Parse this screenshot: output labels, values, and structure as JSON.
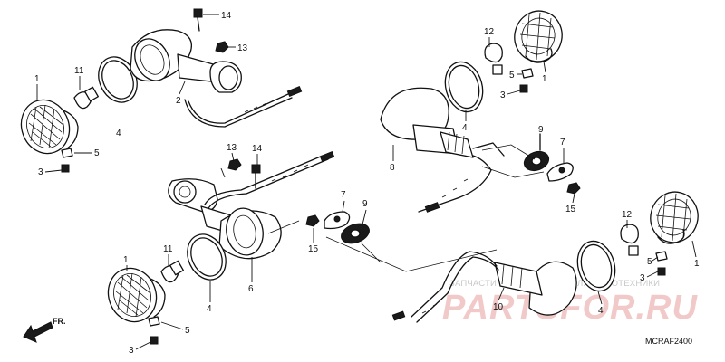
{
  "diagram": {
    "part_numbers": {
      "p1_top": "1",
      "p11_top": "11",
      "p4_top": "4",
      "p5_top": "5",
      "p3_top": "3",
      "p2": "2",
      "p14_top": "14",
      "p13_top": "13",
      "p12_tr": "12",
      "p5_tr": "5",
      "p3_tr": "3",
      "p1_tr": "1",
      "p4_tr": "4",
      "p8": "8",
      "p9_r": "9",
      "p7_r": "7",
      "p15_r": "15",
      "p13_mid": "13",
      "p14_mid": "14",
      "p7_c": "7",
      "p9_c": "9",
      "p15_c": "15",
      "p1_bl": "1",
      "p11_bl": "11",
      "p4_bl": "4",
      "p5_bl": "5",
      "p3_bl": "3",
      "p6": "6",
      "p12_br": "12",
      "p5_br": "5",
      "p3_br": "3",
      "p1_br": "1",
      "p4_br": "4",
      "p10": "10"
    },
    "front_label": "FR.",
    "diagram_code": "MCRAF2400"
  },
  "watermark": {
    "caption": "ЗАПЧАСТИ И АКСЕССУАРЫ ДЛЯ МОТОТЕХНИКИ",
    "logo": "PARTSFOR.RU"
  }
}
